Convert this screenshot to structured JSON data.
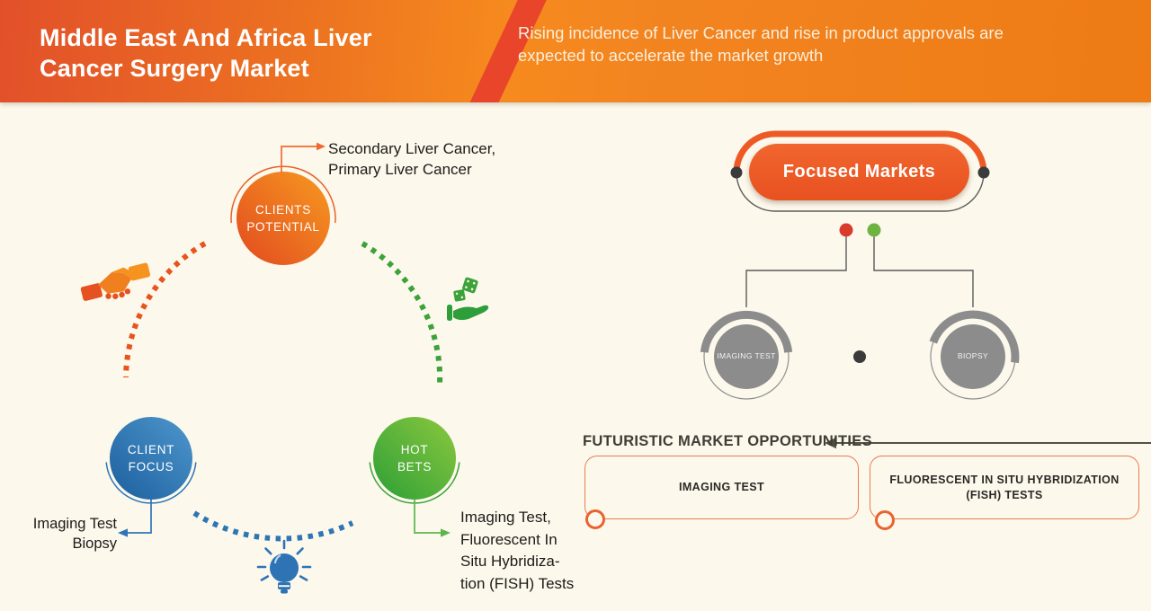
{
  "banner": {
    "title_lines": [
      "Middle East And Africa Liver",
      "Cancer Surgery Market"
    ],
    "subtitle_lines": [
      "Rising incidence of Liver Cancer and rise in product approvals are",
      "expected to accelerate the market growth"
    ]
  },
  "bubbles": {
    "clients_potential": {
      "lines": [
        "CLIENTS",
        "POTENTIAL"
      ],
      "annotation_lines": [
        "Secondary Liver Cancer,",
        "Primary Liver Cancer"
      ]
    },
    "client_focus": {
      "lines": [
        "CLIENT",
        "FOCUS"
      ],
      "annotation_lines": [
        "Imaging Test",
        "Biopsy"
      ]
    },
    "hot_bets": {
      "lines": [
        "HOT",
        "BETS"
      ],
      "annotation_lines": [
        "Imaging Test,",
        "Fluorescent In",
        "Situ Hybridiza-",
        "tion (FISH) Tests"
      ]
    }
  },
  "focused_markets": {
    "label": "Focused Markets",
    "nodes": [
      {
        "label": "IMAGING TEST"
      },
      {
        "label": "BIOPSY"
      }
    ]
  },
  "opportunities": {
    "heading": "FUTURISTIC MARKET OPPORTUNITIES",
    "boxes": [
      {
        "lines": [
          "IMAGING TEST",
          ""
        ]
      },
      {
        "lines": [
          "FLUORESCENT IN SITU HYBRIDIZATION",
          "(FISH) TESTS"
        ]
      }
    ]
  },
  "icons": {
    "handshake": "handshake-icon",
    "dice_hand": "dice-hand-icon",
    "lightbulb": "lightbulb-icon"
  },
  "colors": {
    "background": "#FCF8EC",
    "banner_gradient_start": "#E2502A",
    "banner_gradient_end": "#EE7B15",
    "banner_stripe": "#E8452B",
    "orange_bubble": "#EE6A1F",
    "blue_bubble": "#2E7AB8",
    "green_bubble": "#55B13C",
    "pill_orange": "#EE5A26",
    "gray_node": "#8C8C8C",
    "red_dot": "#D93A2B",
    "green_dot": "#6CB33F",
    "dark_dot": "#3B3B3B",
    "box_border": "#E87C50"
  }
}
